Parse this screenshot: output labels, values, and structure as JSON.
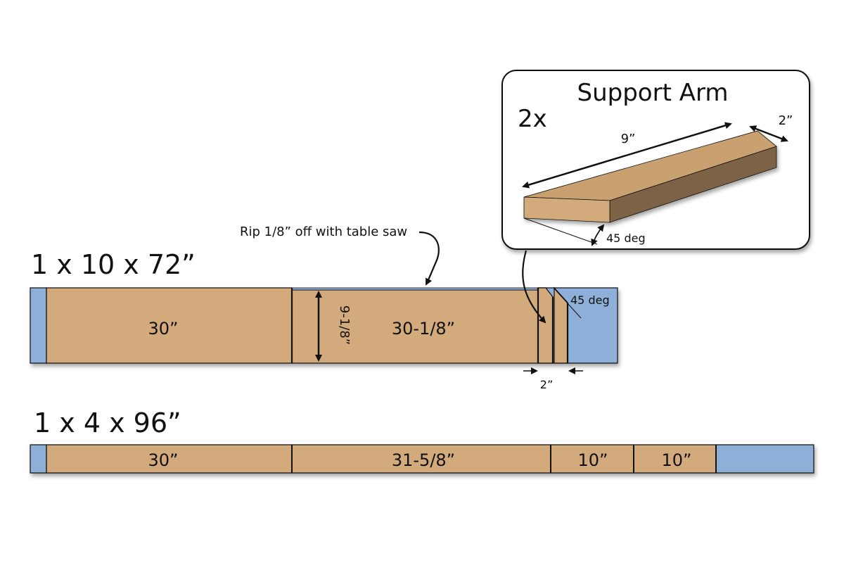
{
  "colors": {
    "wood": "#d2aa7c",
    "wood_top": "#c9a070",
    "wood_side": "#7d6244",
    "waste": "#8eb0d8",
    "outline": "#111111",
    "background": "#ffffff"
  },
  "board1": {
    "label": "1 x 10 x 72”",
    "cut1": "30”",
    "cut2": "30-1/8”",
    "width_dim": "9-1/8”",
    "rip_note": "Rip 1/8” off with table saw",
    "angle_label": "45 deg",
    "arm_width_dim": "2”"
  },
  "board2": {
    "label": "1 x 4 x 96”",
    "cuts": [
      "30”",
      "31-5/8”",
      "10”",
      "10”"
    ]
  },
  "support_arm": {
    "title": "Support Arm",
    "quantity": "2x",
    "length_dim": "9”",
    "width_dim": "2”",
    "angle_label": "45 deg"
  }
}
